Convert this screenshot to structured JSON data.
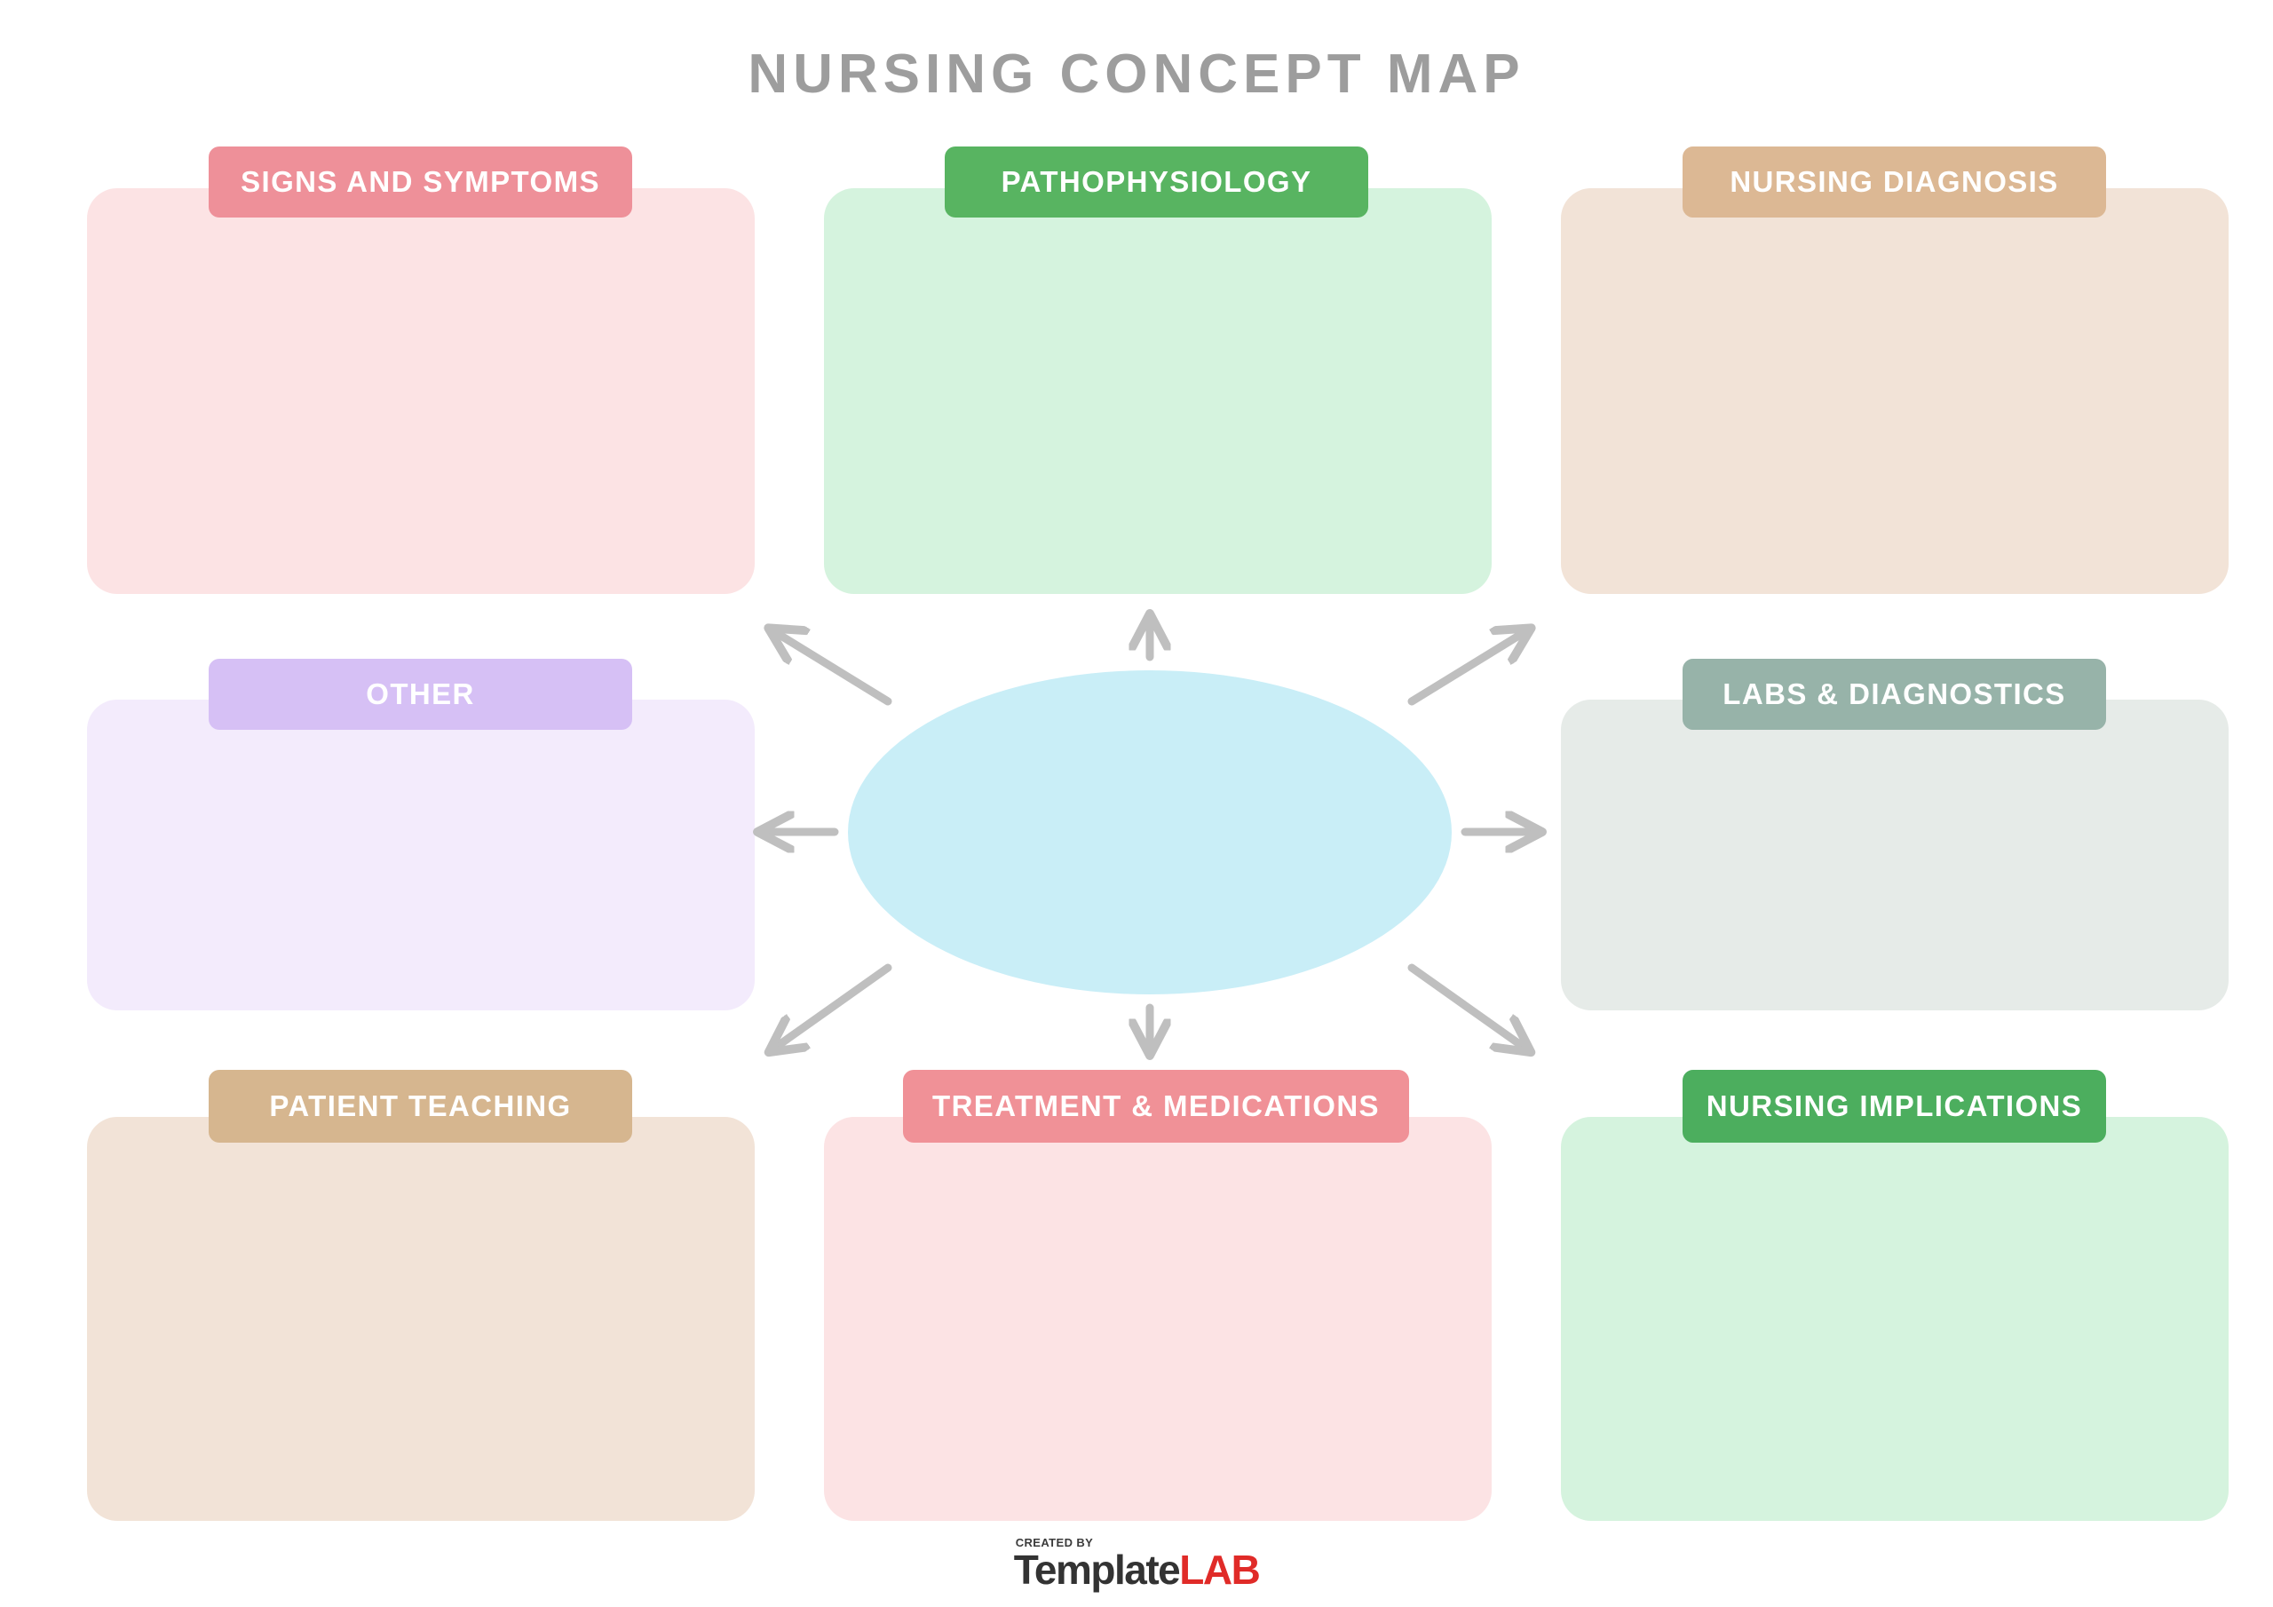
{
  "page": {
    "title": "NURSING CONCEPT MAP",
    "title_color": "#9d9d9d",
    "background": "#ffffff"
  },
  "center": {
    "name": "central-topic-ellipse",
    "fill_color": "#c9eef7",
    "text": ""
  },
  "arrows": {
    "color": "#bfbfbf",
    "directions": [
      "up",
      "down",
      "left",
      "right",
      "up-left",
      "up-right",
      "down-left",
      "down-right"
    ]
  },
  "cards": [
    {
      "id": "signs-and-symptoms",
      "label": "SIGNS AND SYMPTOMS",
      "label_color": "#ee9099",
      "body_color": "#fce3e4",
      "content": ""
    },
    {
      "id": "pathophysiology",
      "label": "PATHOPHYSIOLOGY",
      "label_color": "#58b461",
      "body_color": "#d5f3de",
      "content": ""
    },
    {
      "id": "nursing-diagnosis",
      "label": "NURSING DIAGNOSIS",
      "label_color": "#dcb894",
      "body_color": "#f2e3d7",
      "content": ""
    },
    {
      "id": "other",
      "label": "OTHER",
      "label_color": "#d6c0f5",
      "body_color": "#f3ebfc",
      "content": ""
    },
    {
      "id": "labs-and-diagnostics",
      "label": "LABS & DIAGNOSTICS",
      "label_color": "#97b3a9",
      "body_color": "#e6ebe8",
      "content": ""
    },
    {
      "id": "patient-teaching",
      "label": "PATIENT TEACHING",
      "label_color": "#d6b68f",
      "body_color": "#f2e3d7",
      "content": ""
    },
    {
      "id": "treatment-and-medications",
      "label": "TREATMENT & MEDICATIONS",
      "label_color": "#f09197",
      "body_color": "#fce3e4",
      "content": ""
    },
    {
      "id": "nursing-implications",
      "label": "NURSING IMPLICATIONS",
      "label_color": "#4cae5e",
      "body_color": "#d5f3de",
      "content": ""
    }
  ],
  "footer": {
    "created_by": "CREATED BY",
    "brand_first": "Template",
    "brand_second": "LAB",
    "brand_first_color": "#333333",
    "brand_second_color": "#e02b28"
  }
}
